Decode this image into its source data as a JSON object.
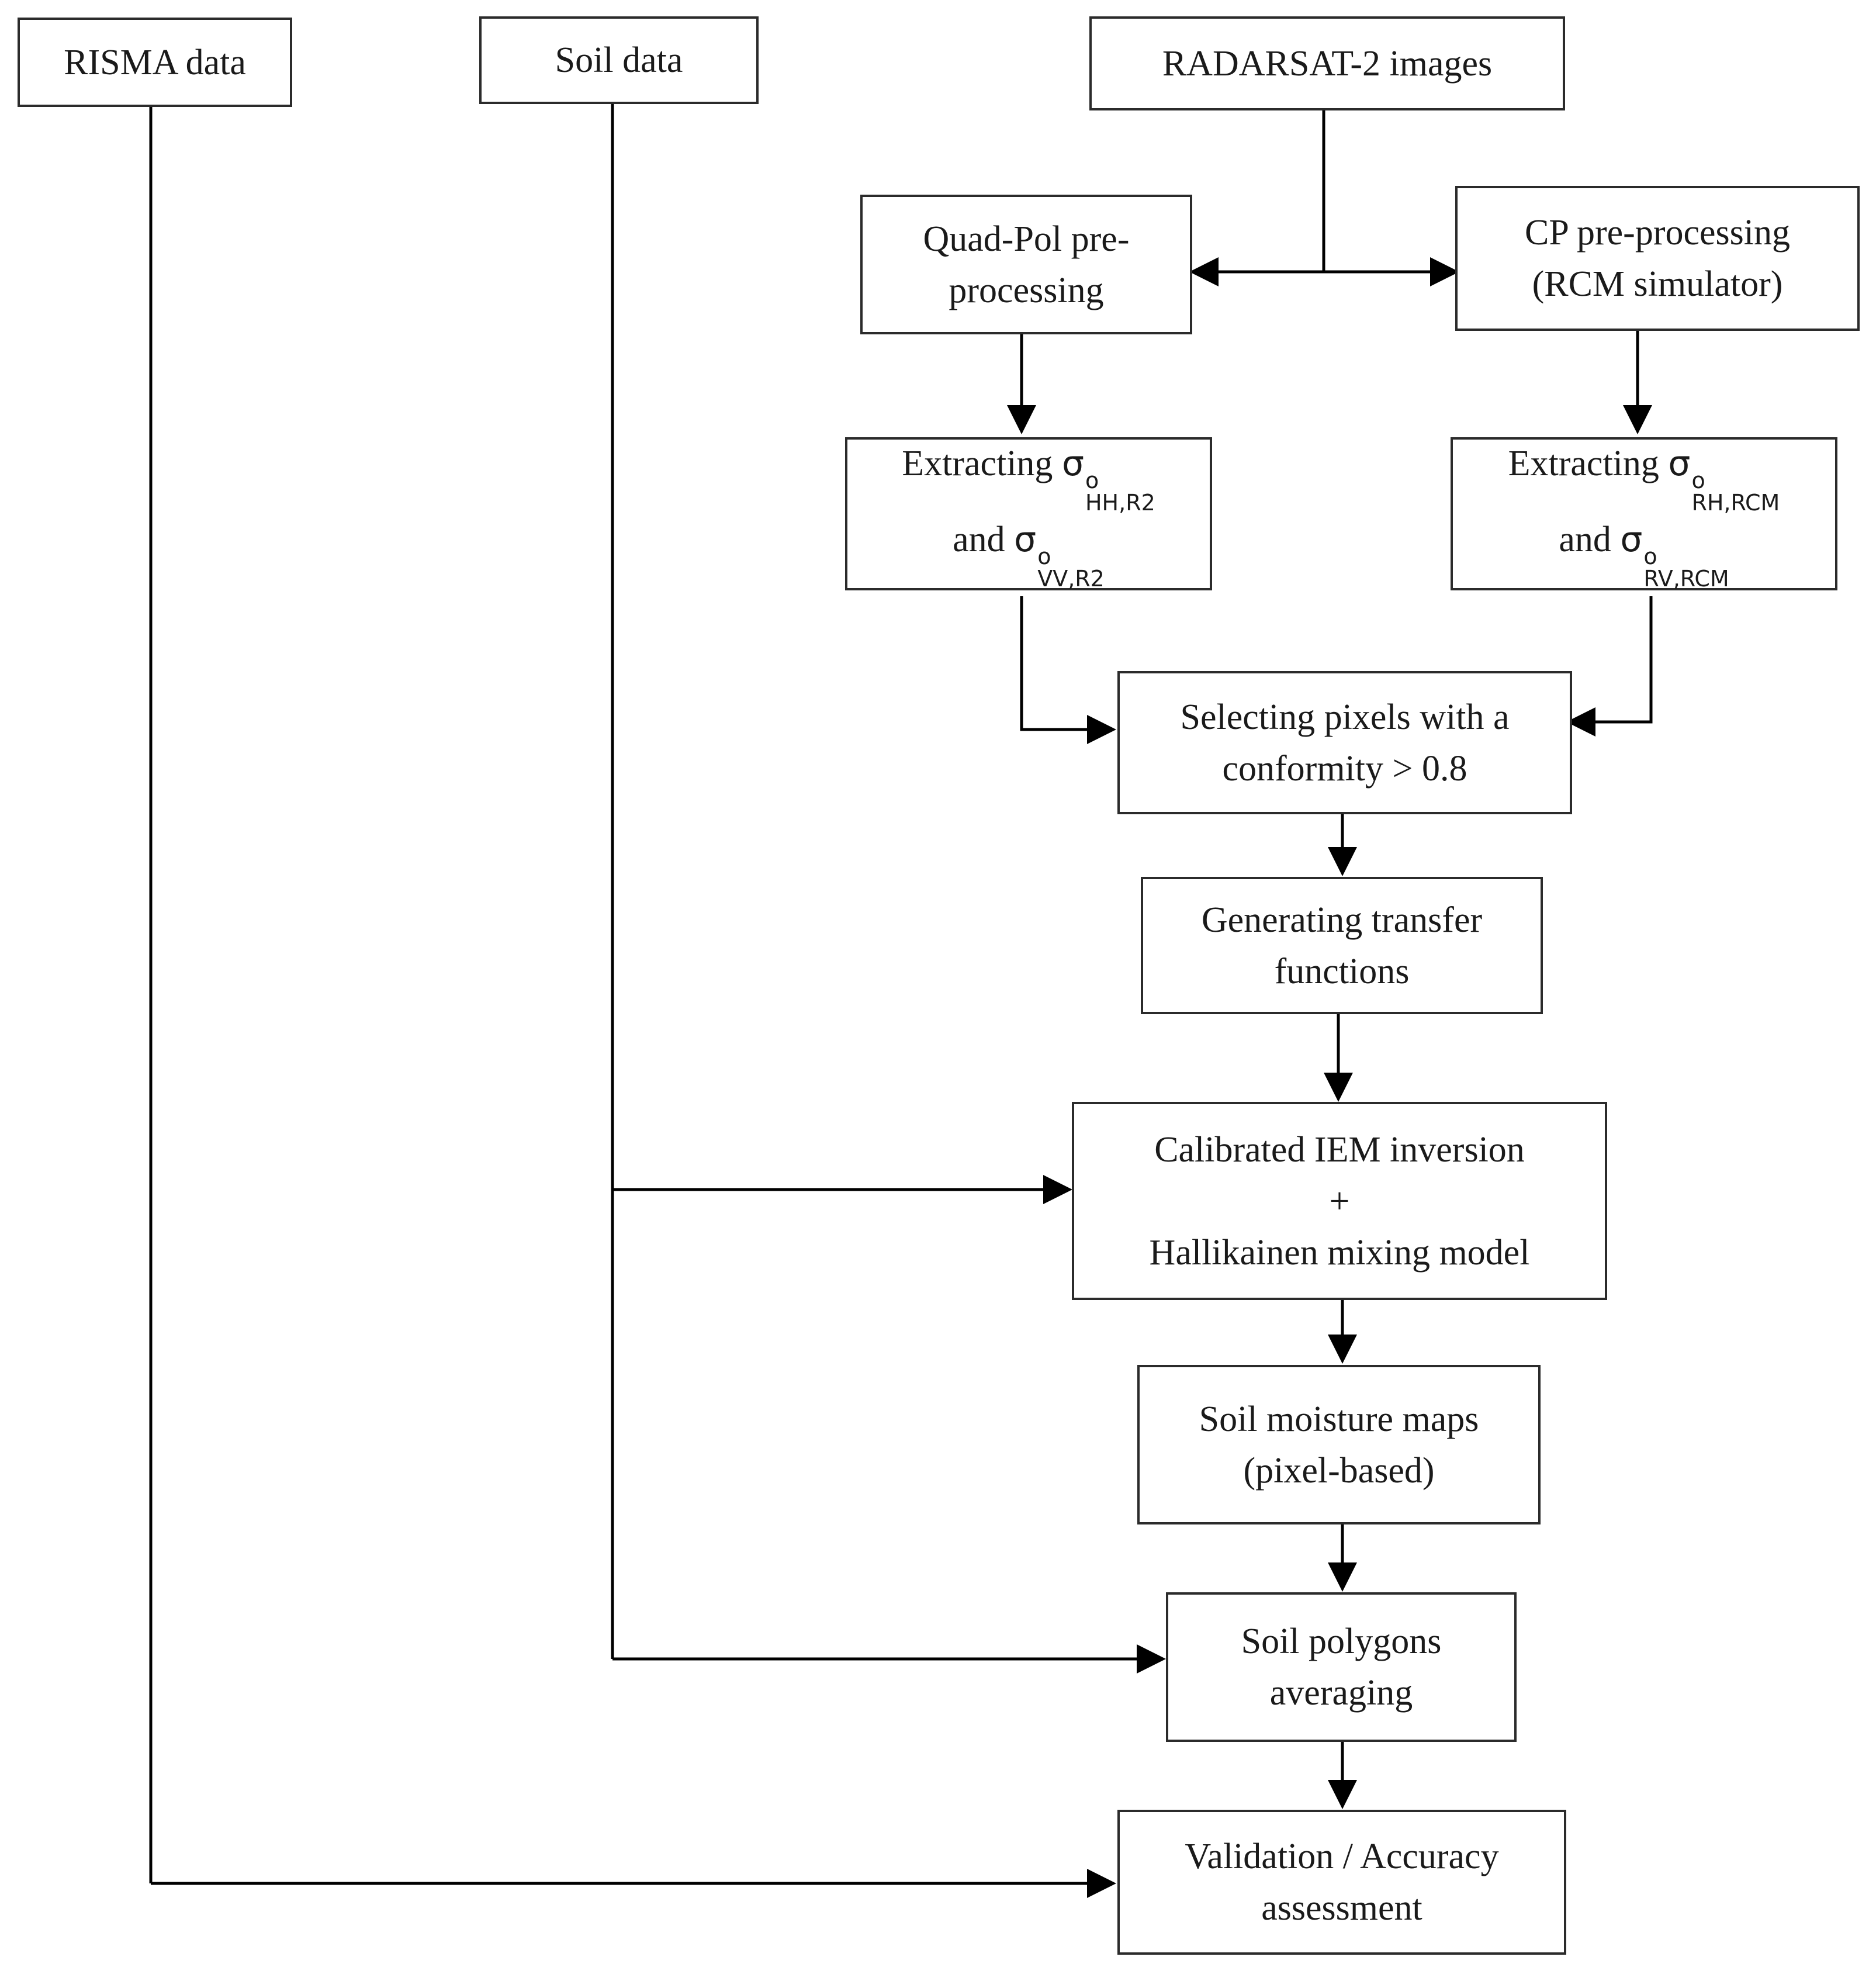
{
  "nodes": {
    "risma_data": "RISMA data",
    "soil_data": "Soil data",
    "radarsat_images": "RADARSAT-2 images",
    "quadpol_preprocessing": [
      "Quad-Pol pre-",
      "processing"
    ],
    "cp_preprocessing": [
      "CP pre-processing",
      "(RCM simulator)"
    ],
    "extract_r2": {
      "line1_prefix": "Extracting ",
      "line2_prefix": "and ",
      "sigma": "σ",
      "superscript": "o",
      "sub_hh": "HH,R2",
      "sub_vv": "VV,R2"
    },
    "extract_rcm": {
      "line1_prefix": "Extracting ",
      "line2_prefix": "and ",
      "sigma": "σ",
      "superscript": "o",
      "sub_rh": "RH,RCM",
      "sub_rv": "RV,RCM"
    },
    "selecting_pixels": [
      "Selecting pixels with a",
      "conformity > 0.8"
    ],
    "transfer_functions": [
      "Generating transfer",
      "functions"
    ],
    "iem_inversion": [
      "Calibrated IEM inversion",
      "+",
      "Hallikainen mixing model"
    ],
    "soil_moisture_maps": [
      "Soil moisture maps",
      "(pixel-based)"
    ],
    "soil_polygons": [
      "Soil polygons",
      "averaging"
    ],
    "validation": [
      "Validation / Accuracy",
      "assessment"
    ]
  }
}
